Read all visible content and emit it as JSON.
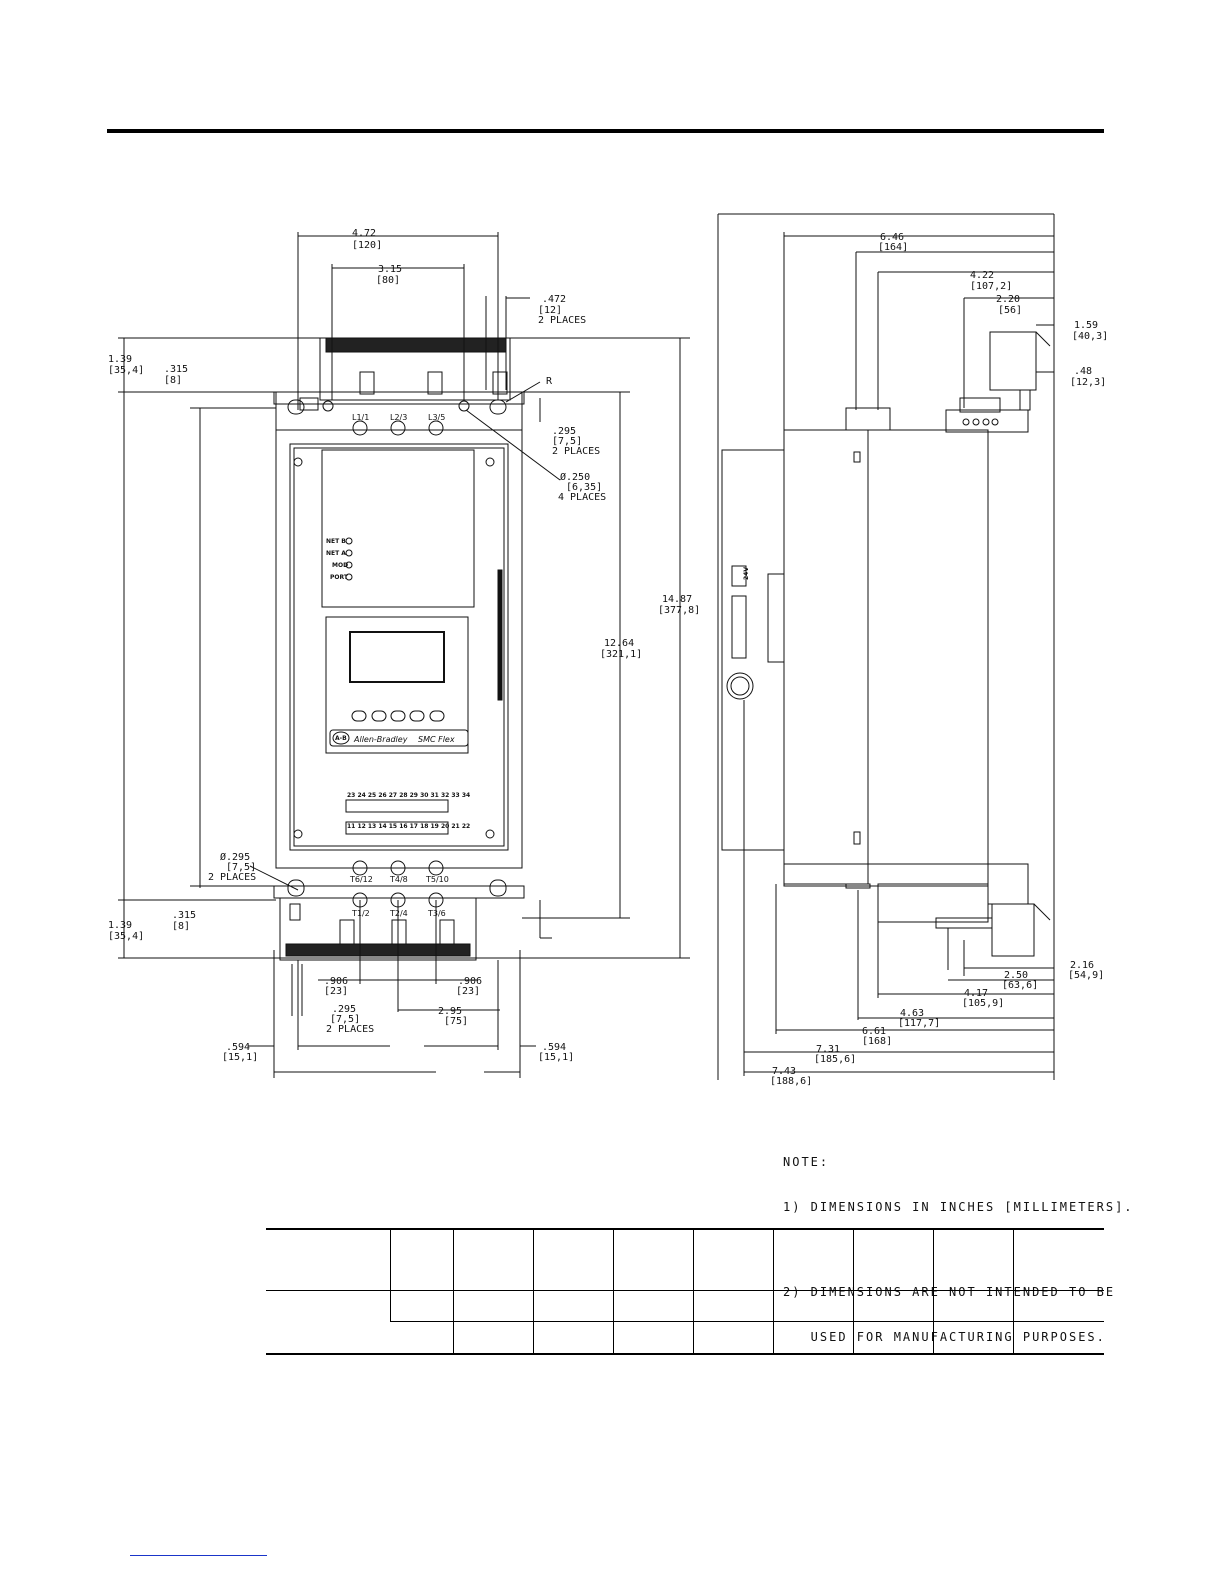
{
  "front_view": {
    "labels": {
      "w_472": ".472",
      "w_472_mm": "[12]",
      "w_472_places": "2 PLACES",
      "w_315_top": ".315",
      "w_315_top_mm": "[8]",
      "w_315_bot": ".315",
      "w_315_bot_mm": "[8]",
      "w_139_top": "1.39",
      "w_139_top_mm": "[35,4]",
      "w_139_bot": "1.39",
      "w_139_bot_mm": "[35,4]",
      "w_472_top": "4.72",
      "w_472_top_mm": "[120]",
      "w_315": "3.15",
      "w_315_mm": "[80]",
      "r_label": "R",
      "s_295": ".295",
      "s_295_mm": "[7,5]",
      "s_295_places": "2 PLACES",
      "hole_250": "Ø.250",
      "hole_250_mm": "[6,35]",
      "hole_250_places": "4 PLACES",
      "h_1487": "14.87",
      "h_1487_mm": "[377,8]",
      "h_1264": "12.64",
      "h_1264_mm": "[321,1]",
      "hole_295": "Ø.295",
      "hole_295_mm": "[7,5]",
      "hole_295_places": "2 PLACES",
      "b_906_left": ".906",
      "b_906_left_mm": "[23]",
      "b_906_right": ".906",
      "b_906_right_mm": "[23]",
      "b_295": ".295",
      "b_295_mm": "[7,5]",
      "b_295_places": "2 PLACES",
      "b_295_2": "2.95",
      "b_295_2_mm": "[75]",
      "b_594_left": ".594",
      "b_594_left_mm": "[15,1]",
      "b_594_right": ".594",
      "b_594_right_mm": "[15,1]"
    },
    "terminals_top": [
      "L1/1",
      "L2/3",
      "L3/5"
    ],
    "terminals_bottom": [
      "T6/12",
      "T4/8",
      "T5/10",
      "T1/2",
      "T2/4",
      "T3/6"
    ],
    "leds": [
      "NET B",
      "NET A",
      "MOD",
      "PORT"
    ],
    "brand": "Allen-Bradley",
    "product": "SMC Flex",
    "logo": "A-B",
    "terminal_numbers_upper": "23 24 25 26 27 28 29 30 31 32 33 34",
    "terminal_numbers_lower": "11 12 13 14 15 16 17 18 19 20 21 22"
  },
  "side_view": {
    "labels": {
      "d_646": "6.46",
      "d_646_mm": "[164]",
      "d_422": "4.22",
      "d_422_mm": "[107,2]",
      "d_220": "2.20",
      "d_220_mm": "[56]",
      "d_159": "1.59",
      "d_159_mm": "[40,3]",
      "d_48": ".48",
      "d_48_mm": "[12,3]",
      "d_216": "2.16",
      "d_216_mm": "[54,9]",
      "d_250": "2.50",
      "d_250_mm": "[63,6]",
      "d_417": "4.17",
      "d_417_mm": "[105,9]",
      "d_463": "4.63",
      "d_463_mm": "[117,7]",
      "d_661": "6.61",
      "d_661_mm": "[168]",
      "d_731": "7.31",
      "d_731_mm": "[185,6]",
      "d_743": "7.43",
      "d_743_mm": "[188,6]",
      "v24": "24V"
    }
  },
  "notes": {
    "heading": "NOTE:",
    "line1": "1) DIMENSIONS IN INCHES [MILLIMETERS].",
    "line2a": "2) DIMENSIONS ARE NOT INTENDED TO BE",
    "line2b": "   USED FOR MANUFACTURING PURPOSES."
  }
}
